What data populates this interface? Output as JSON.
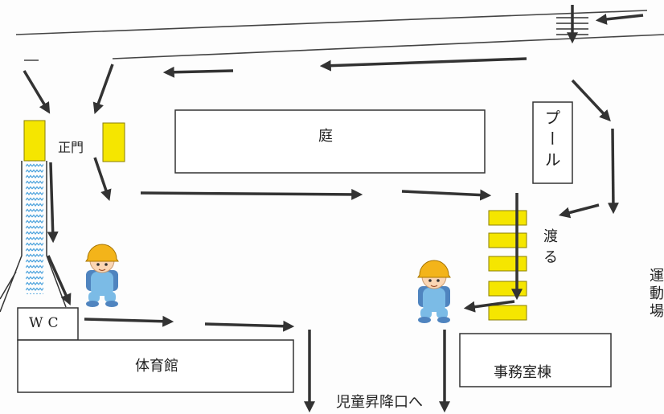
{
  "labels": {
    "main_gate": "正門",
    "garden": "庭",
    "pool": "プール",
    "cross": "渡る",
    "playground": "運動場",
    "wc": "WC",
    "gym": "体育館",
    "office_building": "事務室棟",
    "to_student_entrance": "児童昇降口へ"
  },
  "colors": {
    "gate_yellow": "#f5e600",
    "crosswalk_yellow": "#f5e600",
    "arrow": "#333333",
    "water_blue": "#4da3dd",
    "helmet_yellow": "#f3b41a",
    "clothes_blue": "#7bbbe6"
  },
  "icons": {
    "child": "child-with-safety-helmet-icon",
    "crosswalk": "crosswalk-icon",
    "direction": "arrow-icon"
  }
}
